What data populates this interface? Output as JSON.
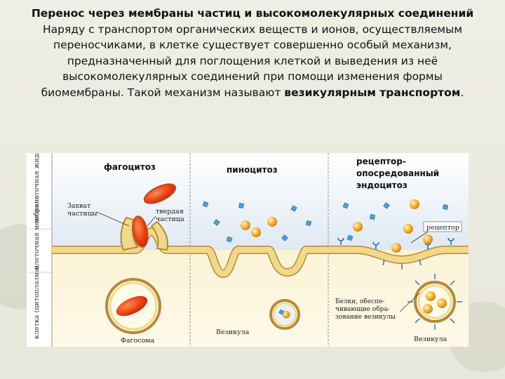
{
  "title": "Перенос через мембраны частиц и высокомолекулярных соединений",
  "paragraph": {
    "text": "Наряду с транспортом органических веществ и ионов, осуществляемым переносчиками, в клетке существует совершенно особый механизм, предназначенный для поглощения клеткой и выведения из неё высокомолекулярных соединений при помощи изменения формы биомембраны. Такой механизм называют",
    "emphasis": "везикулярным транспортом",
    "end": "."
  },
  "figure": {
    "side_labels": {
      "extracellular": "межклеточная жидкость",
      "membrane": "клеточная мембрана",
      "cytoplasm": "клетка (цитоплазма)"
    },
    "panels": {
      "phagocytosis": "фагоцитоз",
      "pinocytosis": "пиноцитоз",
      "receptor_endocytosis": "рецептор-опосредованный эндоцитоз"
    },
    "labels": {
      "particle_capture": "Захват частицы",
      "solid_particle": "твердая частица",
      "phagosome": "Фагосома",
      "vesicle_pino": "Везикула",
      "receptor": "рецептор",
      "proteins": "Белки, обеспечивающие образование везикулы",
      "vesicle_rme": "Везикула"
    },
    "colors": {
      "membrane": "#f2d98a",
      "membrane_edge": "#b5893c",
      "particle": "#e23a12",
      "ball": "#f0a12a",
      "square": "#4aa3dc"
    }
  }
}
